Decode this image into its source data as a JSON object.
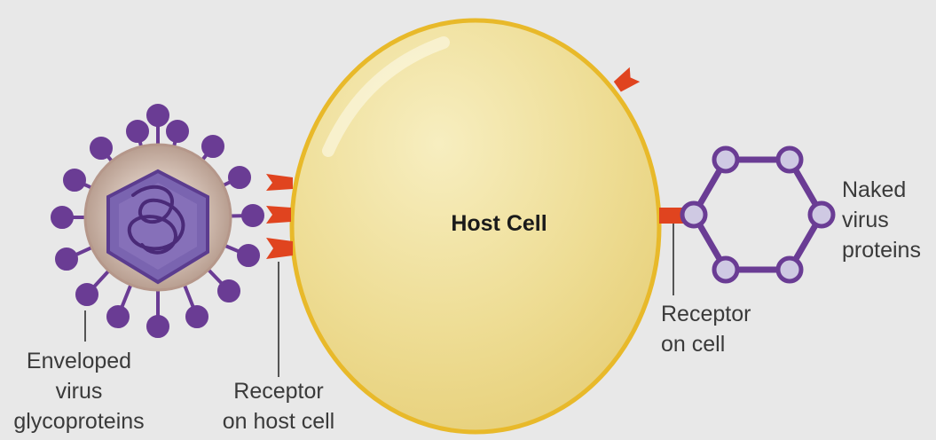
{
  "labels": {
    "host_cell": "Host Cell",
    "enveloped_virus": [
      "Enveloped",
      "virus",
      "glycoproteins"
    ],
    "receptor_host": [
      "Receptor",
      "on host cell"
    ],
    "receptor_cell": [
      "Receptor",
      "on cell"
    ],
    "naked_virus": [
      "Naked",
      "virus",
      "proteins"
    ]
  },
  "colors": {
    "background": "#e8e8e8",
    "host_cell_fill": "#eedd95",
    "host_cell_outline": "#e8b92a",
    "receptor": "#e0441f",
    "virus_purple": "#6a3c94",
    "envelope": "#c9b3a6",
    "capsid": "#7a64b0"
  }
}
